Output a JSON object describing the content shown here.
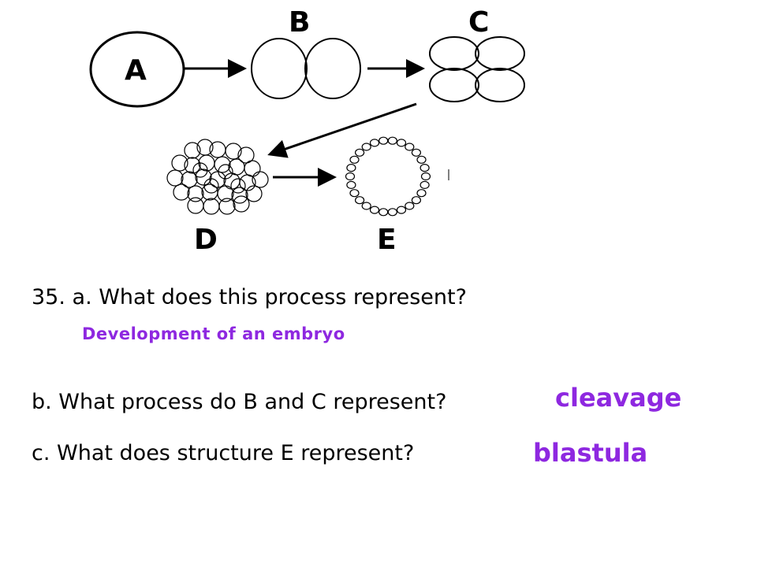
{
  "diagram": {
    "labels": {
      "a": "A",
      "b": "B",
      "c": "C",
      "d": "D",
      "e": "E"
    },
    "colors": {
      "stroke": "#000000",
      "background": "#ffffff"
    }
  },
  "questions": {
    "a": {
      "text": "35.  a. What does this process represent?",
      "answer": "Development  of  an  embryo"
    },
    "b": {
      "text": "b. What process do B and C represent?",
      "answer": "cleavage"
    },
    "c": {
      "text": "c. What does structure E represent?",
      "answer": "blastula"
    }
  },
  "colors": {
    "question_text": "#000000",
    "answer_text": "#8e28e0"
  }
}
